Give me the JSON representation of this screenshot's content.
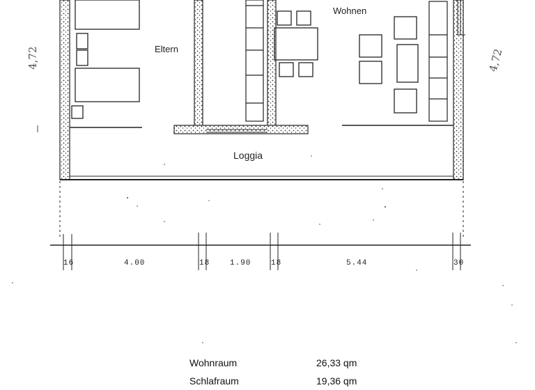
{
  "rooms": {
    "eltern": "Eltern",
    "wohnen": "Wohnen",
    "loggia": "Loggia"
  },
  "dimensions": {
    "d1": "16",
    "d2": "4.00",
    "d3": "18",
    "d4": "1.90",
    "d5": "18",
    "d6": "5.44",
    "d7": "30",
    "height_left": "4,72",
    "height_right": "4,72"
  },
  "areas": [
    {
      "name": "Wohnraum",
      "value": "26,33 qm"
    },
    {
      "name": "Schlafraum",
      "value": "19,36 qm"
    }
  ]
}
